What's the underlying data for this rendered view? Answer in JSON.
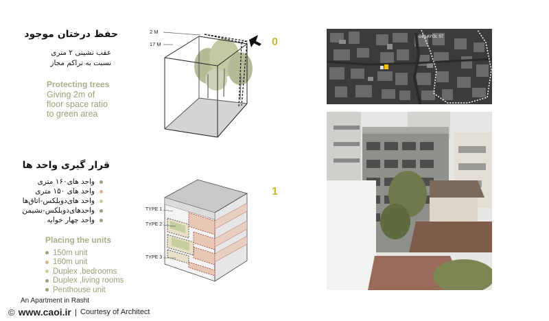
{
  "section_0": {
    "fa_title": "حفظ درختان موجود",
    "fa_lines": [
      "عقب نشینی ۲ متری",
      "نسبت به تراکم مجاز"
    ],
    "en_title": "Protecting trees",
    "en_lines": [
      "Giving 2m of",
      "floor space ratio",
      "to green area"
    ],
    "step_number": "0",
    "dim_labels": [
      "2 M",
      "17 M"
    ]
  },
  "section_1": {
    "fa_title": "قرار گیری واحد ها",
    "fa_items": [
      {
        "text": "واحد های۱۶۰ متری",
        "color": "#9aa078"
      },
      {
        "text": "واحد های ۱۵۰ متری",
        "color": "#d9b48a"
      },
      {
        "text": "واحد های‌دوبلکس-اتاق‌ها",
        "color": "#c8cf9a"
      },
      {
        "text": "واحد‌های‌دوبلکس-نشیمن",
        "color": "#9aa078"
      },
      {
        "text": "واحد چهار خوابه",
        "color": "#9aa078"
      }
    ],
    "en_title": "Placing the units",
    "en_items": [
      {
        "text": "150m unit",
        "color": "#9aa078"
      },
      {
        "text": "160m unit",
        "color": "#d9b48a"
      },
      {
        "text": "Duplex ,bedrooms",
        "color": "#c8cf9a"
      },
      {
        "text": "Duplex ,living rooms",
        "color": "#9aa078"
      },
      {
        "text": "Penthouse unit",
        "color": "#9aa078"
      }
    ],
    "step_number": "1",
    "type_labels": [
      "TYPE 1",
      "TYPE 2",
      "TYPE 3"
    ]
  },
  "map": {
    "street_label": "GELAYOL ST"
  },
  "footer": {
    "caption": "An Apartment in Rasht",
    "website": "www.caoi.ir",
    "separator": "|",
    "credit": "Courtesy of Architect",
    "copyright_symbol": "©"
  }
}
